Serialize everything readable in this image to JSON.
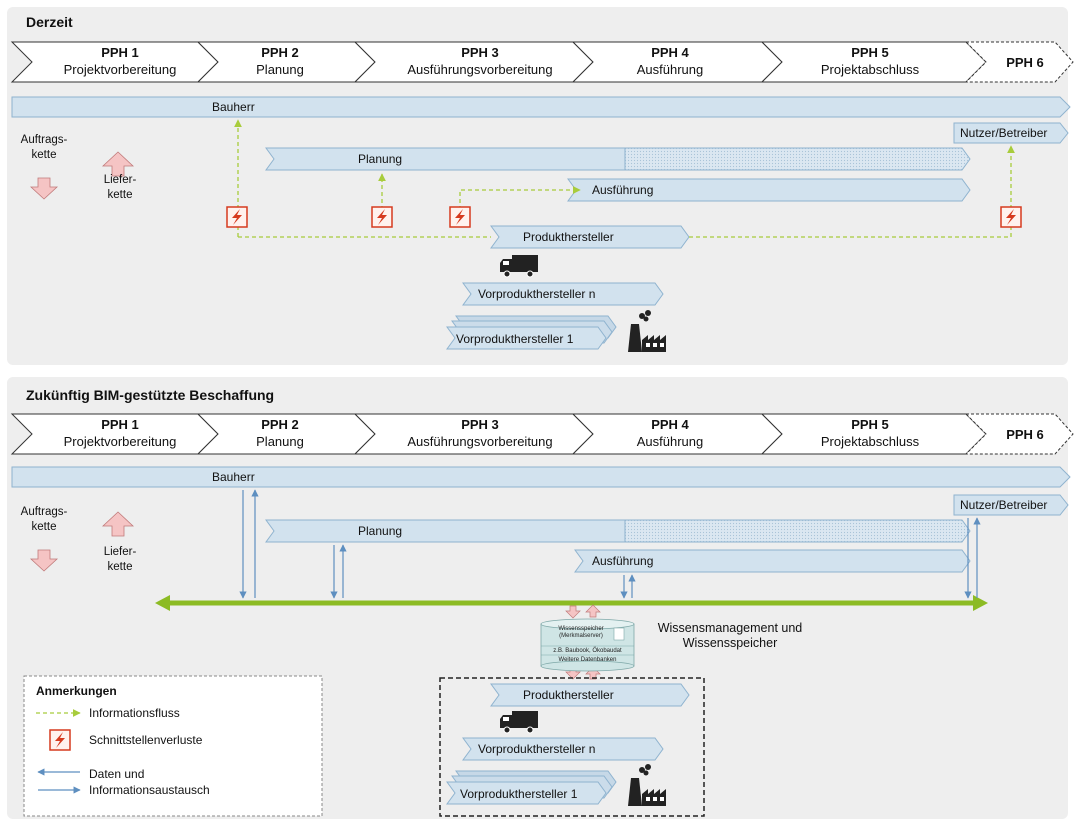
{
  "sections": {
    "current": {
      "title": "Derzeit"
    },
    "future": {
      "title": "Zukünftig BIM-gestützte Beschaffung"
    }
  },
  "phases": [
    {
      "num": "PPH 1",
      "name": "Projektvorbereitung"
    },
    {
      "num": "PPH 2",
      "name": "Planung"
    },
    {
      "num": "PPH 3",
      "name": "Ausführungsvorbereitung"
    },
    {
      "num": "PPH 4",
      "name": "Ausführung"
    },
    {
      "num": "PPH 5",
      "name": "Projektabschluss"
    },
    {
      "num": "PPH 6",
      "name": ""
    }
  ],
  "actors": {
    "client": "Bauherr",
    "operator": "Nutzer/Betreiber",
    "planning": "Planung",
    "execution": "Ausführung",
    "manufacturer": "Produkthersteller",
    "supplier_n": "Vorprodukthersteller n",
    "supplier_1": "Vorprodukthersteller 1"
  },
  "chains": {
    "order_chain": [
      "Auftrags-",
      "kette"
    ],
    "supply_chain": [
      "Liefer-",
      "kette"
    ]
  },
  "knowledge": {
    "label": [
      "Wissensmanagement und",
      "Wissensspeicher"
    ],
    "db_layers": [
      "Wissensspeicher",
      "(Merkmalserver)",
      "z.B. Baubook, Ökobaudat",
      "Weitere Datenbanken"
    ]
  },
  "legend": {
    "title": "Anmerkungen",
    "info_flow": "Informationsfluss",
    "interface_loss": "Schnittstellenverluste",
    "data_exchange": [
      "Daten und",
      "Informationsaustausch"
    ]
  },
  "colors": {
    "bar_fill": "#d2e2ee",
    "bar_stroke": "#8fb3cf",
    "info_flow": "#a8cc3c",
    "data_arrow": "#5e8fc0",
    "knowledge_bus": "#8cbb24",
    "chain_arrow": "#f5c4c4",
    "loss_icon": "#d63a1e"
  },
  "icons": [
    "truck-icon",
    "factory-icon",
    "lightning-icon",
    "database-icon"
  ]
}
